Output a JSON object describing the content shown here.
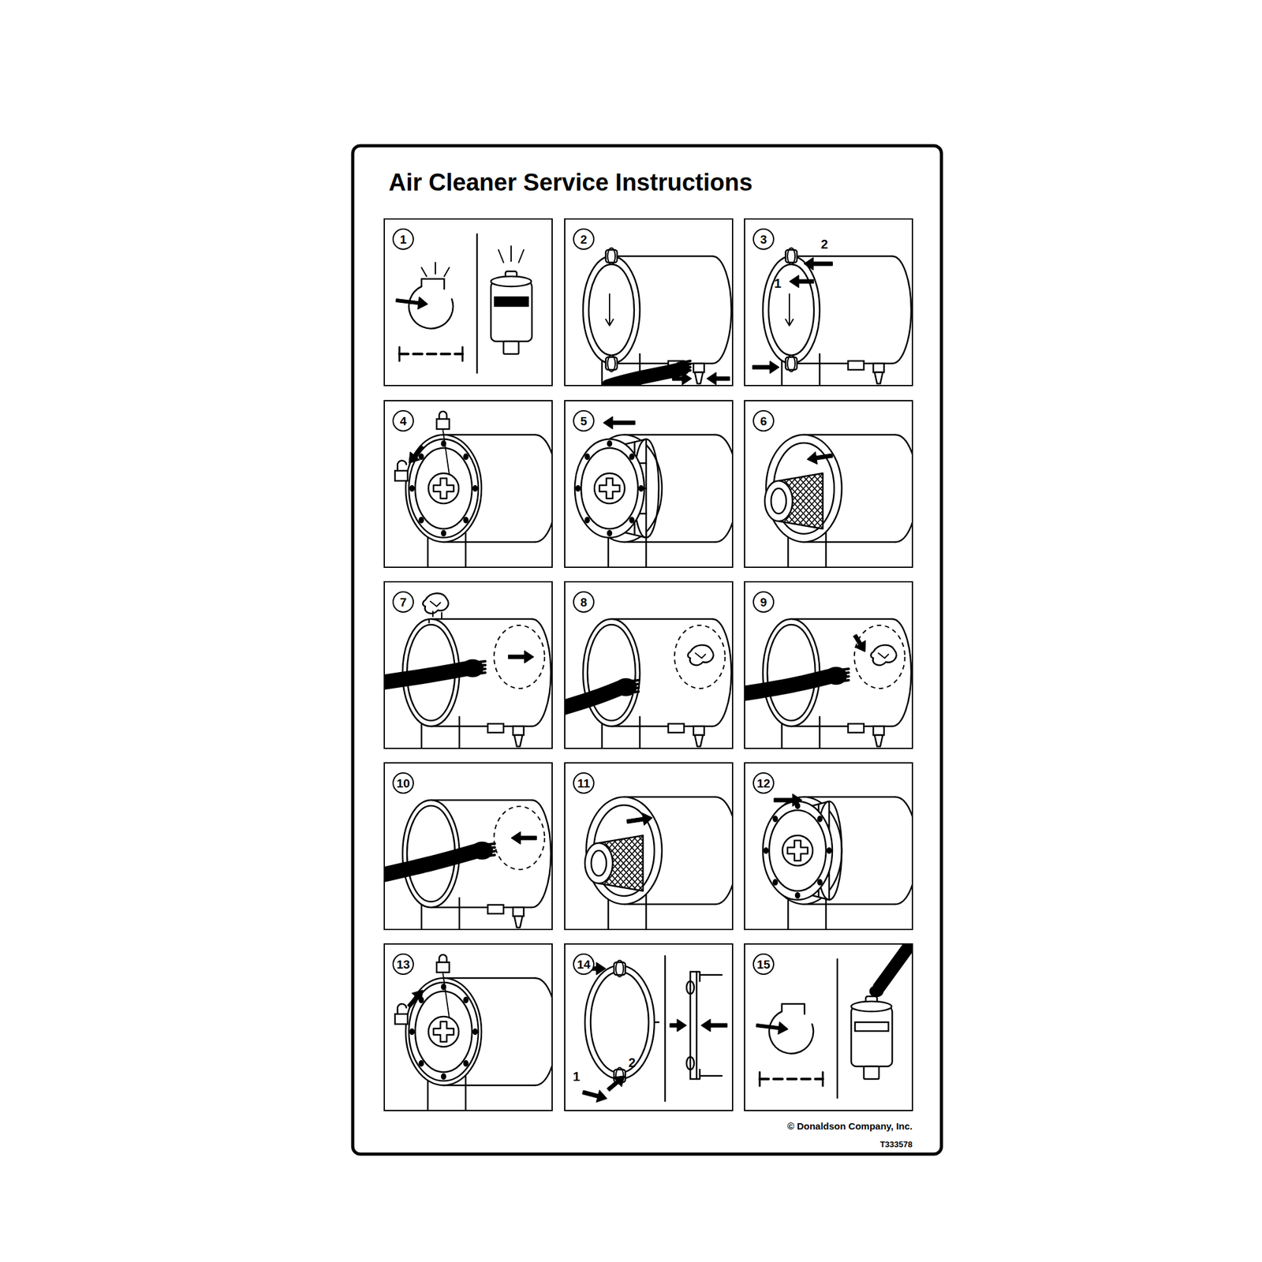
{
  "diagram": {
    "title": "Air Cleaner Service Instructions",
    "nodes": [
      {
        "text": [
          "1"
        ]
      },
      {
        "text": [
          "2"
        ]
      },
      {
        "text": [
          "3"
        ]
      },
      {
        "text": [
          "4"
        ]
      },
      {
        "text": [
          "5"
        ]
      },
      {
        "text": [
          "6"
        ]
      },
      {
        "text": [
          "7"
        ]
      },
      {
        "text": [
          "8"
        ]
      },
      {
        "text": [
          "9"
        ]
      },
      {
        "text": [
          "10"
        ]
      },
      {
        "text": [
          "11"
        ]
      },
      {
        "text": [
          "12"
        ]
      },
      {
        "text": [
          "13"
        ]
      },
      {
        "text": [
          "14"
        ]
      },
      {
        "text": [
          "15"
        ]
      }
    ],
    "labels": [
      "1",
      "2",
      "1",
      "2",
      "© Donaldson Company, Inc.",
      "T333578"
    ]
  }
}
